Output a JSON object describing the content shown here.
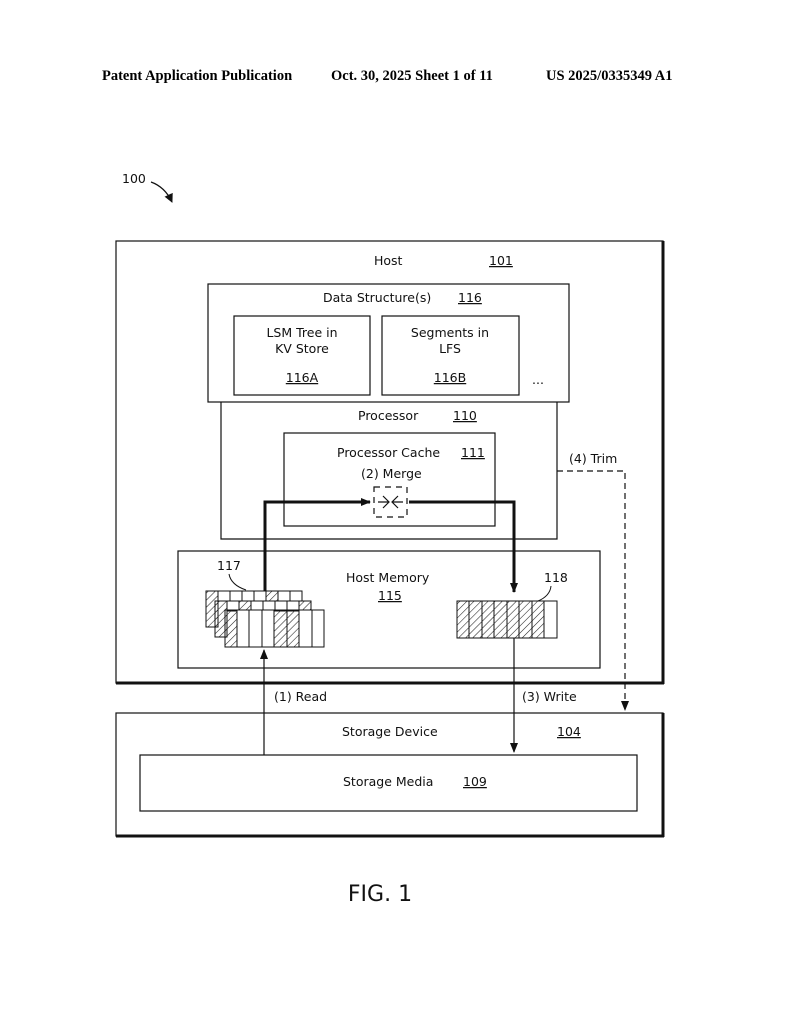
{
  "header": {
    "publication": "Patent Application Publication",
    "date_sheet": "Oct. 30, 2025  Sheet 1 of 11",
    "number": "US 2025/0335349 A1"
  },
  "figure": {
    "ref": "100",
    "caption": "FIG. 1"
  },
  "host": {
    "label": "Host",
    "ref": "101"
  },
  "data_structures": {
    "label": "Data Structure(s)",
    "ref": "116",
    "items": [
      {
        "line1": "LSM Tree in",
        "line2": "KV Store",
        "ref": "116A"
      },
      {
        "line1": "Segments in",
        "line2": "LFS",
        "ref": "116B"
      }
    ],
    "ellipsis": "..."
  },
  "processor": {
    "label": "Processor",
    "ref": "110"
  },
  "processor_cache": {
    "label": "Processor Cache",
    "ref": "111",
    "merge_label": "(2) Merge"
  },
  "host_memory": {
    "label": "Host Memory",
    "ref": "115",
    "input_segments_ref": "117",
    "output_segment_ref": "118"
  },
  "steps": {
    "read": "(1) Read",
    "write": "(3) Write",
    "trim": "(4) Trim"
  },
  "storage_device": {
    "label": "Storage Device",
    "ref": "104"
  },
  "storage_media": {
    "label": "Storage Media",
    "ref": "109"
  }
}
